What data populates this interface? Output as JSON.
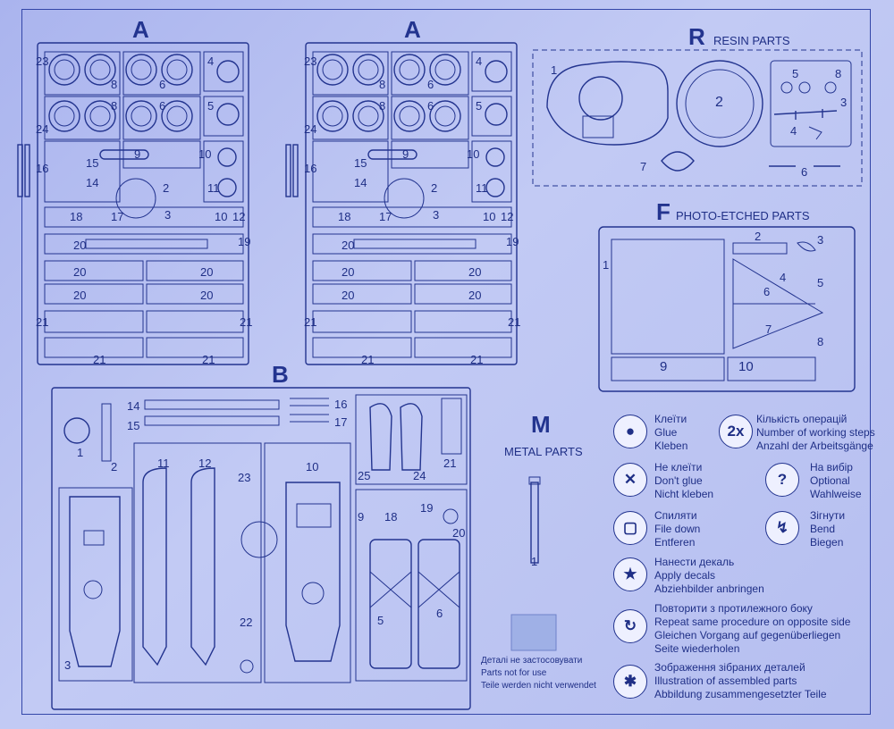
{
  "sprue_a": {
    "letter": "A",
    "part_numbers": [
      "23",
      "8",
      "6",
      "4",
      "24",
      "8",
      "6",
      "5",
      "16",
      "15",
      "14",
      "9",
      "10",
      "2",
      "11",
      "18",
      "17",
      "3",
      "10",
      "12",
      "20",
      "19",
      "20",
      "20",
      "20",
      "20",
      "21",
      "21",
      "21",
      "21"
    ]
  },
  "sprue_r": {
    "letter": "R",
    "title": "RESIN PARTS",
    "parts": [
      "1",
      "2",
      "5",
      "8",
      "3",
      "4",
      "7",
      "6"
    ]
  },
  "sprue_f": {
    "letter": "F",
    "title": "PHOTO-ETCHED PARTS",
    "parts": [
      "1",
      "2",
      "3",
      "4",
      "5",
      "6",
      "7",
      "8",
      "9",
      "10"
    ]
  },
  "sprue_b": {
    "letter": "B",
    "parts": [
      "1",
      "2",
      "14",
      "15",
      "16",
      "17",
      "25",
      "24",
      "21",
      "11",
      "12",
      "23",
      "10",
      "3",
      "22",
      "9",
      "18",
      "19",
      "20",
      "5",
      "6"
    ]
  },
  "sprue_m": {
    "letter": "M",
    "title": "METAL PARTS",
    "parts": [
      "1"
    ]
  },
  "not_used": {
    "ua": "Деталі не застосовувати",
    "en": "Parts not for use",
    "de": "Teile werden nicht verwendet"
  },
  "legend": [
    {
      "icon": "glue-icon",
      "ua": "Клеїти",
      "en": "Glue",
      "de": "Kleben"
    },
    {
      "icon": "working-steps-icon",
      "symbol": "2x",
      "ua": "Кількість операцій",
      "en": "Number of working steps",
      "de": "Anzahl der Arbeitsgänge"
    },
    {
      "icon": "no-glue-icon",
      "ua": "Не клеїти",
      "en": "Don't glue",
      "de": "Nicht kleben"
    },
    {
      "icon": "optional-icon",
      "symbol": "?",
      "ua": "На вибір",
      "en": "Optional",
      "de": "Wahlweise"
    },
    {
      "icon": "file-down-icon",
      "ua": "Спиляти",
      "en": "File down",
      "de": "Entferen"
    },
    {
      "icon": "bend-icon",
      "ua": "Зігнути",
      "en": "Bend",
      "de": "Biegen"
    },
    {
      "icon": "decal-icon",
      "ua": "Нанести декаль",
      "en": "Apply decals",
      "de": "Abziehbilder anbringen"
    },
    {
      "icon": "repeat-icon",
      "ua": "Повторити з протилежного боку",
      "en": "Repeat same procedure on opposite side",
      "de": "Gleichen Vorgang auf gegenüberliegen",
      "de2": "Seite wiederholen"
    },
    {
      "icon": "assembled-icon",
      "ua": "Зображення зібраних деталей",
      "en": "Illustration of assembled parts",
      "de": "Abbildung zusammengesetzter Teile"
    }
  ],
  "colors": {
    "ink": "#23348f",
    "paper": "#b3bdf0"
  }
}
